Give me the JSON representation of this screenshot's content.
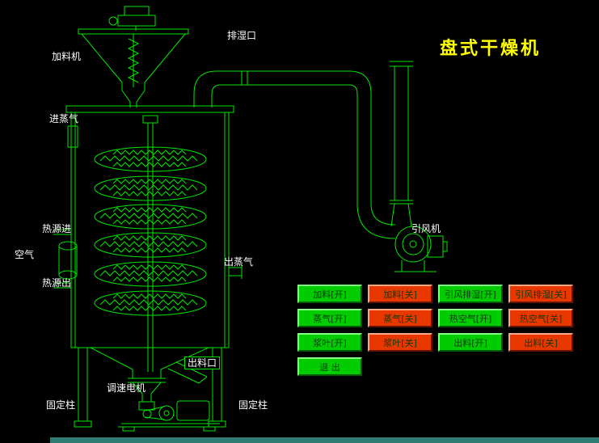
{
  "title": "盘式干燥机",
  "colors": {
    "background": "#000000",
    "line": "#00e600",
    "title": "#ffff00",
    "label": "#ffffff",
    "btn_green": "#00cc00",
    "btn_red": "#e83800",
    "btn_text": "#0a3a0a",
    "bottom_strip": "#2f7d72"
  },
  "labels": {
    "feeder": "加料机",
    "exhaust_port": "排湿口",
    "steam_in": "进蒸气",
    "heat_in": "热源进",
    "air": "空气",
    "steam_out": "出蒸气",
    "heat_out": "热源出",
    "discharge_port": "出料口",
    "speed_motor": "调速电机",
    "fixed_column": "固定柱",
    "draft_fan": "引风机"
  },
  "buttons": [
    {
      "label": "加料[开]",
      "state": "green"
    },
    {
      "label": "加料[关]",
      "state": "red"
    },
    {
      "label": "引风排湿[开]",
      "state": "green"
    },
    {
      "label": "引风排湿[关]",
      "state": "red"
    },
    {
      "label": "蒸气[开]",
      "state": "green"
    },
    {
      "label": "蒸气[关]",
      "state": "red"
    },
    {
      "label": "热空气[开]",
      "state": "green"
    },
    {
      "label": "热空气[关]",
      "state": "red"
    },
    {
      "label": "浆叶[开]",
      "state": "green"
    },
    {
      "label": "浆叶[关]",
      "state": "red"
    },
    {
      "label": "出料[开]",
      "state": "green"
    },
    {
      "label": "出料[关]",
      "state": "red"
    }
  ],
  "exit_button": "退 出"
}
